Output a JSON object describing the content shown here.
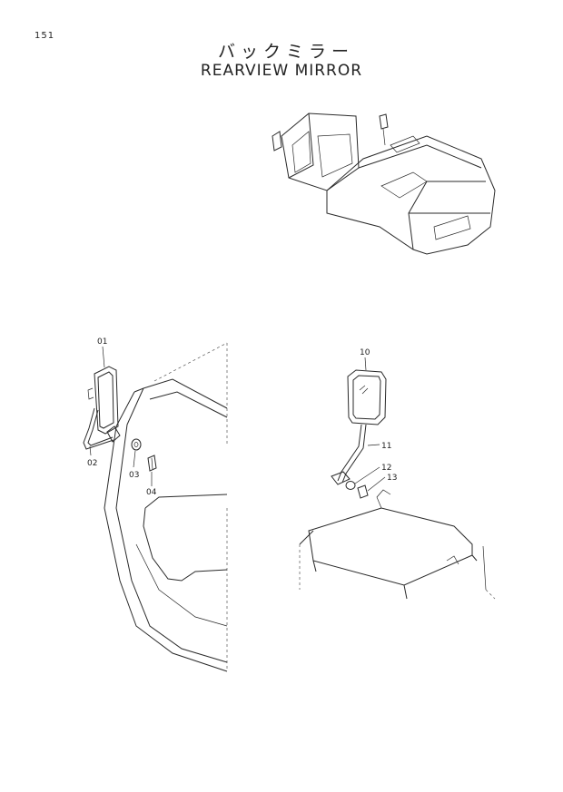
{
  "header": {
    "page_number": "151",
    "title_jp": "バックミラー",
    "title_en": "REARVIEW MIRROR"
  },
  "callouts": {
    "c01": "01",
    "c02": "02",
    "c03": "03",
    "c04": "04",
    "c10": "10",
    "c11": "11",
    "c12": "12",
    "c13": "13"
  }
}
